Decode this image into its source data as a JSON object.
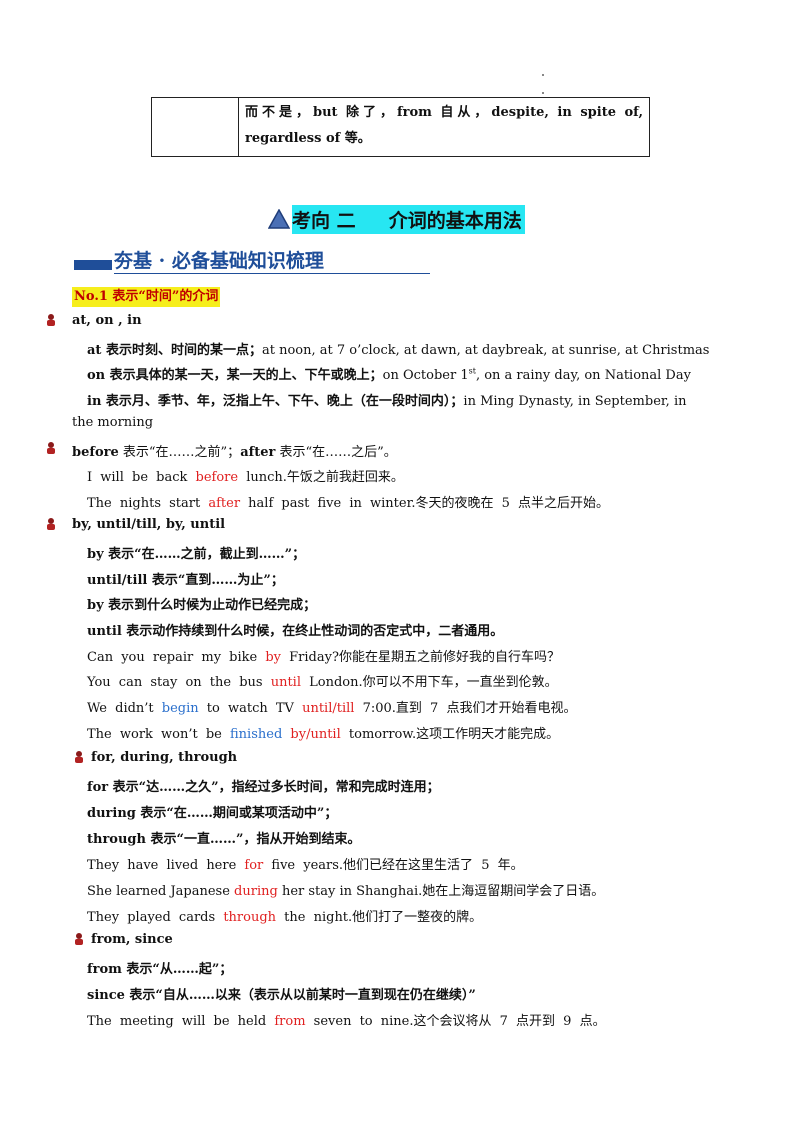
{
  "top_table": {
    "cell_right": "而不是，but 除了，from 自从，despite, in spite of, regardless of 等。"
  },
  "section": {
    "title": "考向 二     介词的基本用法",
    "subtitle": "夯基 · 必备基础知识梳理",
    "tag": "No.1   表示“时间”的介词"
  },
  "colors": {
    "highlight_cyan": "#27e6f2",
    "highlight_yellow": "#f6ee1c",
    "accent_blue": "#1f4e99",
    "red": "#e02020",
    "blue": "#2a6fcc"
  },
  "blocks": {
    "at_head": "at, on , in",
    "at_l1_b": "at 表示时刻、时间的某一点；",
    "at_l1_t": "at noon, at 7 o’clock, at dawn, at daybreak, at sunrise, at Christmas",
    "on_l_b": "on 表示具体的某一天，某一天的上、下午或晚上；",
    "on_l_t1": "on October 1",
    "on_l_sup": "st",
    "on_l_t2": ", on a rainy day, on National Day",
    "in_l_b": "in 表示月、季节、年，泛指上午、下午、晚上（在一段时间内）；",
    "in_l_t": "in Ming Dynasty, in September, in",
    "in_l2": "the morning",
    "before_b1": "before",
    "before_t1": " 表示“在……之前”；",
    "before_b2": "after",
    "before_t2": " 表示“在……之后”。",
    "ex1_a": "I will be back ",
    "ex1_r": "before",
    "ex1_b": " lunch.午饭之前我赶回来。",
    "ex2_a": "The nights start ",
    "ex2_r": "after",
    "ex2_b": " half past five in winter.冬天的夜晚在 5 点半之后开始。",
    "by_head": "by, until/till, by, until",
    "by_l1": "by 表示“在……之前，截止到……”；",
    "by_l2": "until/till 表示“直到……为止”；",
    "by_l3": "by 表示到什么时候为止动作已经完成；",
    "by_l4": "until 表示动作持续到什么时候，在终止性动词的否定式中，二者通用。",
    "ex3_a": "Can you repair my bike ",
    "ex3_r": "by",
    "ex3_b": " Friday?你能在星期五之前修好我的自行车吗？",
    "ex4_a": "You can stay on the bus ",
    "ex4_r": "until",
    "ex4_b": " London.你可以不用下车，一直坐到伦敦。",
    "ex5_a": "We didn’t ",
    "ex5_bl": "begin",
    "ex5_b": " to watch TV ",
    "ex5_r": "until/till",
    "ex5_c": " 7:00.直到 7 点我们才开始看电视。",
    "ex6_a": "The work won’t be ",
    "ex6_bl": "finished",
    "ex6_sp": " ",
    "ex6_r": "by/until",
    "ex6_b": " tomorrow.这项工作明天才能完成。",
    "for_head": "for, during, through",
    "for_l1": "for 表示“达……之久”，指经过多长时间，常和完成时连用；",
    "for_l2": "during 表示“在……期间或某项活动中”；",
    "for_l3": "through 表示“一直……”，指从开始到结束。",
    "ex7_a": "They have lived here ",
    "ex7_r": "for",
    "ex7_b": " five years.他们已经在这里生活了 5 年。",
    "ex8_a": "She learned Japanese ",
    "ex8_r": "during",
    "ex8_b": " her stay in Shanghai.她在上海逗留期间学会了日语。",
    "ex9_a": "They played cards ",
    "ex9_r": "through",
    "ex9_b": " the night.他们打了一整夜的牌。",
    "from_head": "from, since",
    "from_l1": "from 表示“从……起”；",
    "from_l2": "since 表示“自从……以来（表示从以前某时一直到现在仍在继续）”",
    "ex10_a": "The meeting will be held ",
    "ex10_r": "from",
    "ex10_b": " seven to nine.这个会议将从 7 点开到 9 点。"
  }
}
